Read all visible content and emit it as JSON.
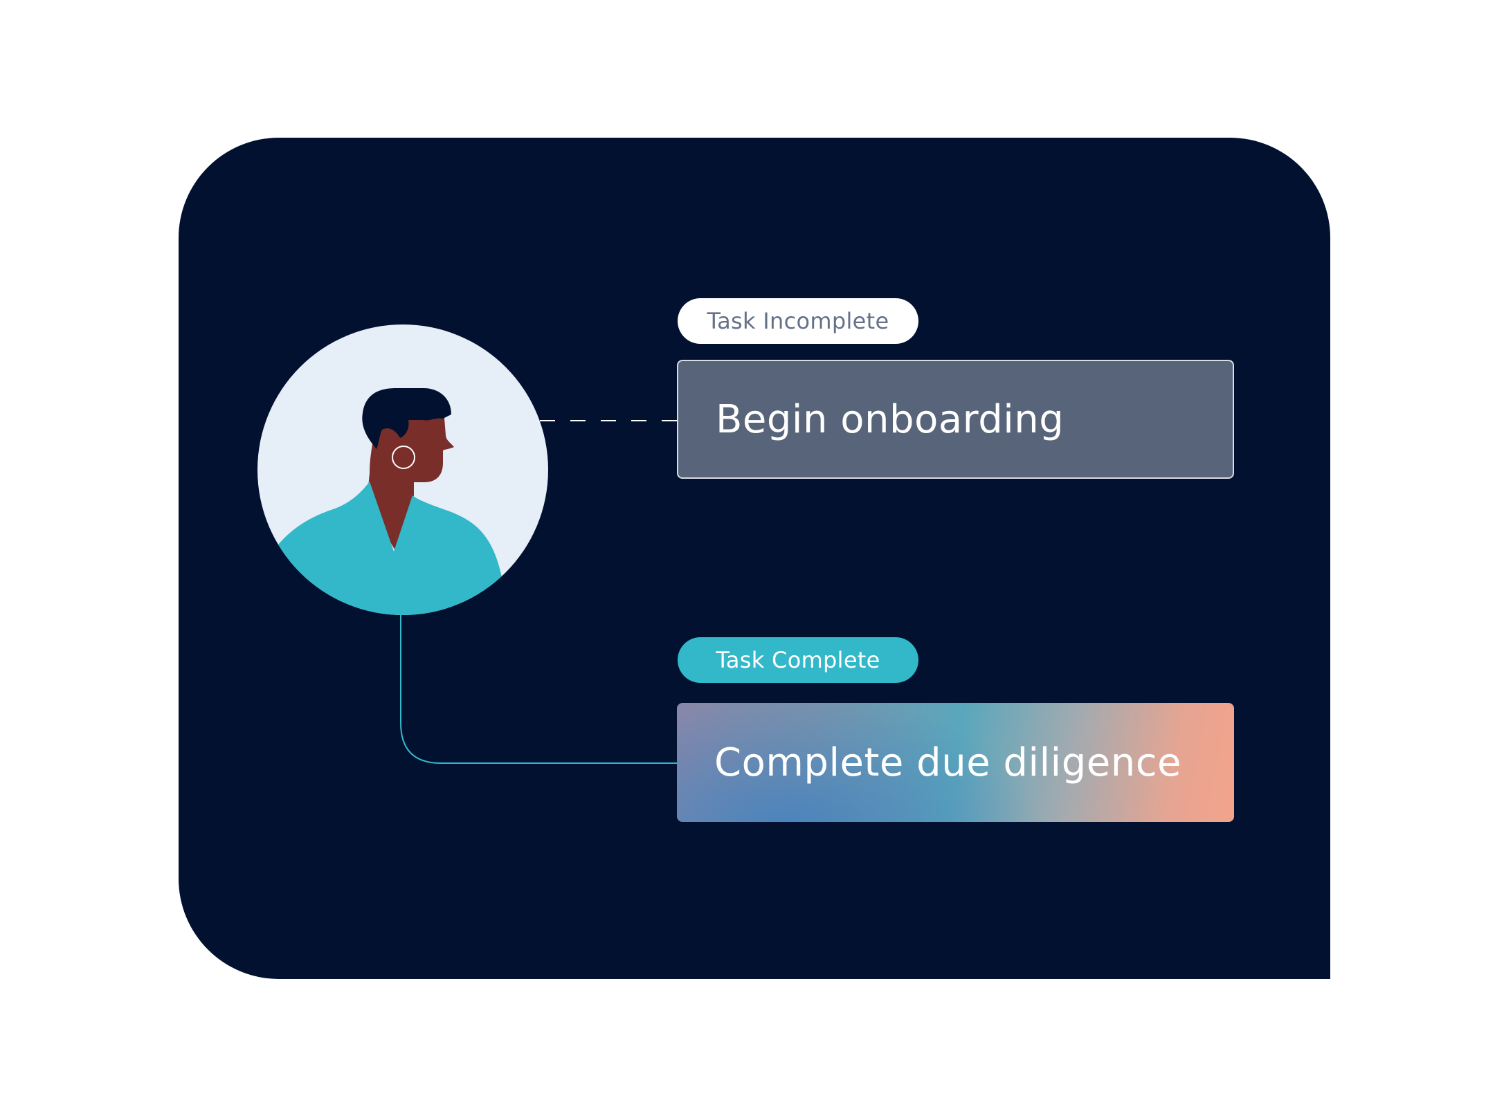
{
  "colors": {
    "panel_background": "#021130",
    "avatar_background": "#e6eef8",
    "shirt": "#33b8c9",
    "skin": "#7a2e2a",
    "hair": "#021130",
    "incomplete_card": "#576479",
    "complete_accent": "#33b8c9",
    "incomplete_label_text": "#657189",
    "complete_label_text": "#ffffff"
  },
  "avatar": {
    "icon": "person-profile-icon"
  },
  "tasks": [
    {
      "status_label": "Task Incomplete",
      "title": "Begin onboarding",
      "connector": "dashed"
    },
    {
      "status_label": "Task Complete",
      "title": "Complete due diligence",
      "connector": "solid"
    }
  ]
}
